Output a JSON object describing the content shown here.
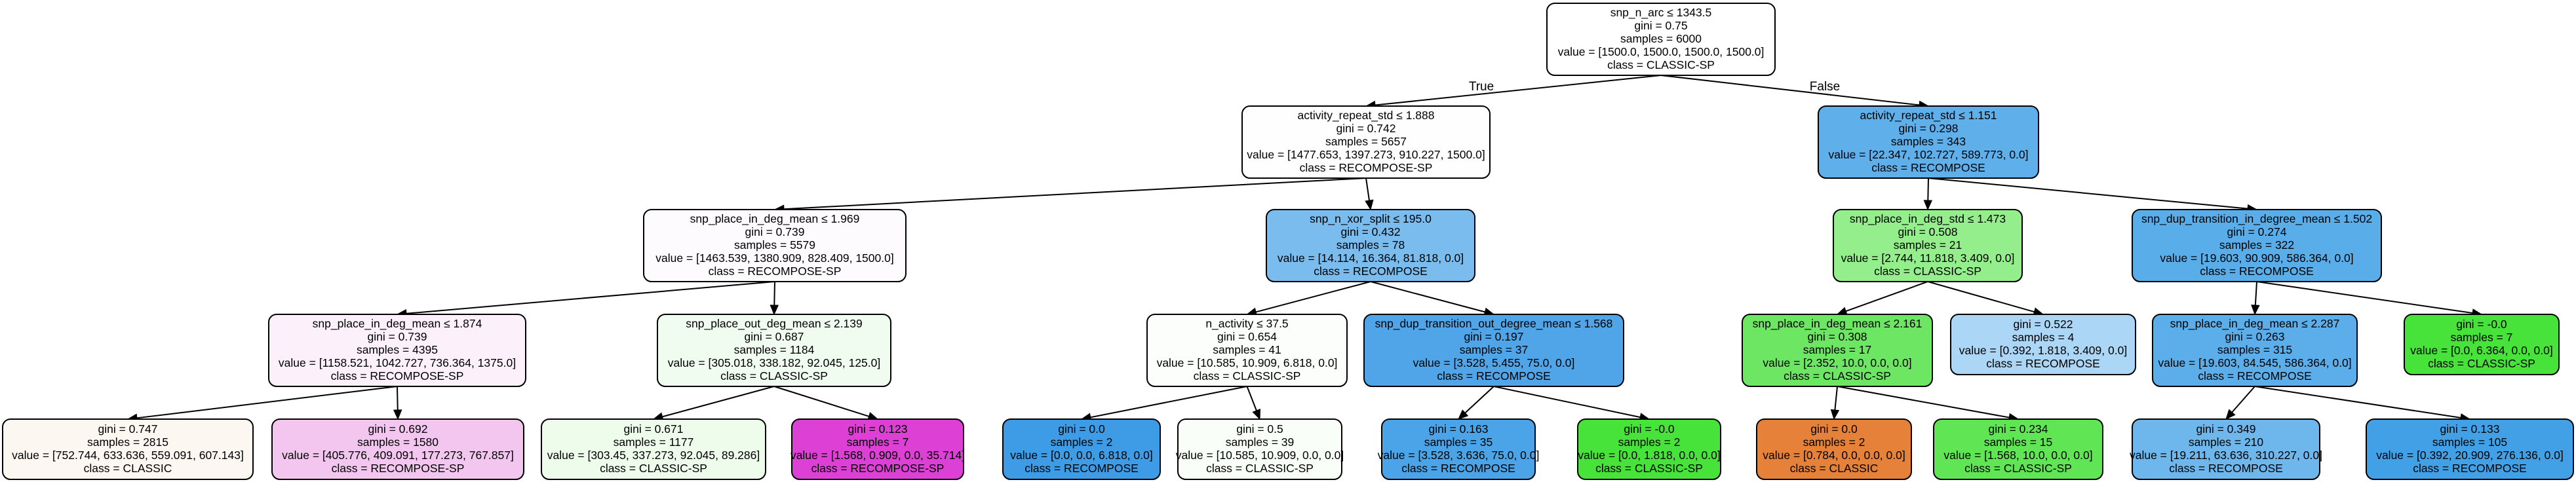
{
  "tree": {
    "nodes": [
      {
        "id": "n0",
        "color": "#ffffff",
        "lines": [
          "snp_n_arc ≤ 1343.5",
          "gini = 0.75",
          "samples = 6000",
          "value = [1500.0, 1500.0, 1500.0, 1500.0]",
          "class = CLASSIC-SP"
        ]
      },
      {
        "id": "n1",
        "color": "#fefefe",
        "lines": [
          "activity_repeat_std ≤ 1.888",
          "gini = 0.742",
          "samples = 5657",
          "value = [1477.653, 1397.273, 910.227, 1500.0]",
          "class = RECOMPOSE-SP"
        ]
      },
      {
        "id": "n2",
        "color": "#fefbfe",
        "lines": [
          "snp_place_in_deg_mean ≤ 1.969",
          "gini = 0.739",
          "samples = 5579",
          "value = [1463.539, 1380.909, 828.409, 1500.0]",
          "class = RECOMPOSE-SP"
        ]
      },
      {
        "id": "n3",
        "color": "#fcf0fb",
        "lines": [
          "snp_place_in_deg_mean ≤ 1.874",
          "gini = 0.739",
          "samples = 4395",
          "value = [1158.521, 1042.727, 736.364, 1375.0]",
          "class = RECOMPOSE-SP"
        ]
      },
      {
        "id": "n4",
        "color": "#fdf7f1",
        "lines": [
          "gini = 0.747",
          "samples = 2815",
          "value = [752.744, 633.636, 559.091, 607.143]",
          "class = CLASSIC"
        ]
      },
      {
        "id": "n5",
        "color": "#f3c6ef",
        "lines": [
          "gini = 0.692",
          "samples = 1580",
          "value = [405.776, 409.091, 177.273, 767.857]",
          "class = RECOMPOSE-SP"
        ]
      },
      {
        "id": "n6",
        "color": "#f1fcf0",
        "lines": [
          "snp_place_out_deg_mean ≤ 2.139",
          "gini = 0.687",
          "samples = 1184",
          "value = [305.018, 338.182, 92.045, 125.0]",
          "class = CLASSIC-SP"
        ]
      },
      {
        "id": "n7",
        "color": "#eefcec",
        "lines": [
          "gini = 0.671",
          "samples = 1177",
          "value = [303.45, 337.273, 92.045, 89.286]",
          "class = CLASSIC-SP"
        ]
      },
      {
        "id": "n8",
        "color": "#dc40d5",
        "lines": [
          "gini = 0.123",
          "samples = 7",
          "value = [1.568, 0.909, 0.0, 35.714]",
          "class = RECOMPOSE-SP"
        ]
      },
      {
        "id": "n9",
        "color": "#7abcee",
        "lines": [
          "snp_n_xor_split ≤ 195.0",
          "gini = 0.432",
          "samples = 78",
          "value = [14.114, 16.364, 81.818, 0.0]",
          "class = RECOMPOSE"
        ]
      },
      {
        "id": "n10",
        "color": "#fbfefb",
        "lines": [
          "n_activity ≤ 37.5",
          "gini = 0.654",
          "samples = 41",
          "value = [10.585, 10.909, 6.818, 0.0]",
          "class = CLASSIC-SP"
        ]
      },
      {
        "id": "n11",
        "color": "#3d9ce5",
        "lines": [
          "gini = 0.0",
          "samples = 2",
          "value = [0.0, 0.0, 6.818, 0.0]",
          "class = RECOMPOSE"
        ]
      },
      {
        "id": "n12",
        "color": "#fafef9",
        "lines": [
          "gini = 0.5",
          "samples = 39",
          "value = [10.585, 10.909, 0.0, 0.0]",
          "class = CLASSIC-SP"
        ]
      },
      {
        "id": "n13",
        "color": "#4fa5e7",
        "lines": [
          "snp_dup_transition_out_degree_mean ≤ 1.568",
          "gini = 0.197",
          "samples = 37",
          "value = [3.528, 5.455, 75.0, 0.0]",
          "class = RECOMPOSE"
        ]
      },
      {
        "id": "n14",
        "color": "#4aa4e7",
        "lines": [
          "gini = 0.163",
          "samples = 35",
          "value = [3.528, 3.636, 75.0, 0.0]",
          "class = RECOMPOSE"
        ]
      },
      {
        "id": "n15",
        "color": "#47e23a",
        "lines": [
          "gini = -0.0",
          "samples = 2",
          "value = [0.0, 1.818, 0.0, 0.0]",
          "class = CLASSIC-SP"
        ]
      },
      {
        "id": "n16",
        "color": "#5eafea",
        "lines": [
          "activity_repeat_std ≤ 1.151",
          "gini = 0.298",
          "samples = 343",
          "value = [22.347, 102.727, 589.773, 0.0]",
          "class = RECOMPOSE"
        ]
      },
      {
        "id": "n17",
        "color": "#94ee8c",
        "lines": [
          "snp_place_in_deg_std ≤ 1.473",
          "gini = 0.508",
          "samples = 21",
          "value = [2.744, 11.818, 3.409, 0.0]",
          "class = CLASSIC-SP"
        ]
      },
      {
        "id": "n18",
        "color": "#6de663",
        "lines": [
          "snp_place_in_deg_mean ≤ 2.161",
          "gini = 0.308",
          "samples = 17",
          "value = [2.352, 10.0, 0.0, 0.0]",
          "class = CLASSIC-SP"
        ]
      },
      {
        "id": "n19",
        "color": "#e58139",
        "lines": [
          "gini = 0.0",
          "samples = 2",
          "value = [0.784, 0.0, 0.0, 0.0]",
          "class = CLASSIC"
        ]
      },
      {
        "id": "n20",
        "color": "#60e655",
        "lines": [
          "gini = 0.234",
          "samples = 15",
          "value = [1.568, 10.0, 0.0, 0.0]",
          "class = CLASSIC-SP"
        ]
      },
      {
        "id": "n21",
        "color": "#acd6f5",
        "lines": [
          "gini = 0.522",
          "samples = 4",
          "value = [0.392, 1.818, 3.409, 0.0]",
          "class = RECOMPOSE"
        ]
      },
      {
        "id": "n22",
        "color": "#59ade9",
        "lines": [
          "snp_dup_transition_in_degree_mean ≤ 1.502",
          "gini = 0.274",
          "samples = 322",
          "value = [19.603, 90.909, 586.364, 0.0]",
          "class = RECOMPOSE"
        ]
      },
      {
        "id": "n23",
        "color": "#5baeea",
        "lines": [
          "snp_place_in_deg_mean ≤ 2.287",
          "gini = 0.263",
          "samples = 315",
          "value = [19.603, 84.545, 586.364, 0.0]",
          "class = RECOMPOSE"
        ]
      },
      {
        "id": "n24",
        "color": "#6db7ec",
        "lines": [
          "gini = 0.349",
          "samples = 210",
          "value = [19.211, 63.636, 310.227, 0.0]",
          "class = RECOMPOSE"
        ]
      },
      {
        "id": "n25",
        "color": "#42a1e6",
        "lines": [
          "gini = 0.133",
          "samples = 105",
          "value = [0.392, 20.909, 276.136, 0.0]",
          "class = RECOMPOSE"
        ]
      },
      {
        "id": "n26",
        "color": "#47e23a",
        "lines": [
          "gini = -0.0",
          "samples = 7",
          "value = [0.0, 6.364, 0.0, 0.0]",
          "class = CLASSIC-SP"
        ]
      }
    ],
    "edges": [
      {
        "from": "n0",
        "to": "n1",
        "label": "True"
      },
      {
        "from": "n0",
        "to": "n16",
        "label": "False"
      },
      {
        "from": "n1",
        "to": "n2"
      },
      {
        "from": "n1",
        "to": "n9"
      },
      {
        "from": "n2",
        "to": "n3"
      },
      {
        "from": "n2",
        "to": "n6"
      },
      {
        "from": "n3",
        "to": "n4"
      },
      {
        "from": "n3",
        "to": "n5"
      },
      {
        "from": "n6",
        "to": "n7"
      },
      {
        "from": "n6",
        "to": "n8"
      },
      {
        "from": "n9",
        "to": "n10"
      },
      {
        "from": "n9",
        "to": "n13"
      },
      {
        "from": "n10",
        "to": "n11"
      },
      {
        "from": "n10",
        "to": "n12"
      },
      {
        "from": "n13",
        "to": "n14"
      },
      {
        "from": "n13",
        "to": "n15"
      },
      {
        "from": "n16",
        "to": "n17"
      },
      {
        "from": "n16",
        "to": "n22"
      },
      {
        "from": "n17",
        "to": "n18"
      },
      {
        "from": "n17",
        "to": "n21"
      },
      {
        "from": "n18",
        "to": "n19"
      },
      {
        "from": "n18",
        "to": "n20"
      },
      {
        "from": "n22",
        "to": "n23"
      },
      {
        "from": "n22",
        "to": "n26"
      },
      {
        "from": "n23",
        "to": "n24"
      },
      {
        "from": "n23",
        "to": "n25"
      }
    ]
  }
}
